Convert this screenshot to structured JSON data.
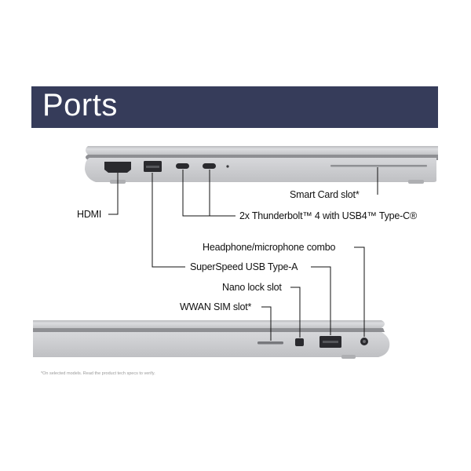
{
  "banner": {
    "title": "Ports"
  },
  "labels": {
    "smart_card": "Smart Card slot*",
    "hdmi": "HDMI",
    "thunderbolt": "2x Thunderbolt™ 4 with USB4™ Type-C®",
    "headphone": "Headphone/microphone combo",
    "usb_a": "SuperSpeed USB Type-A",
    "nano_lock": "Nano lock slot",
    "wwan_sim": "WWAN SIM slot*"
  },
  "footnote": "*On selected models. Read the product tech specs to verify.",
  "colors": {
    "banner": "#363c5a",
    "chassis": "#c9cacd",
    "port": "#2a2a2e"
  }
}
